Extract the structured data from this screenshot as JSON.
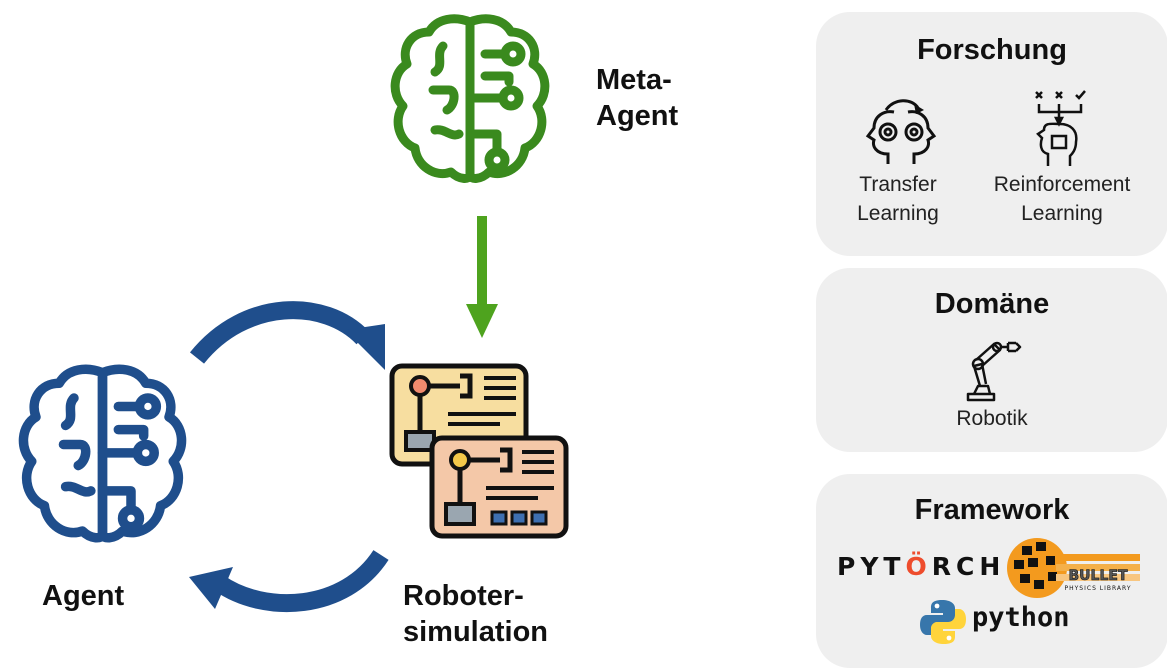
{
  "meta_agent": {
    "line1": "Meta-",
    "line2": "Agent"
  },
  "agent": {
    "label": "Agent"
  },
  "simulation": {
    "line1": "Roboter-",
    "line2": "simulation"
  },
  "forschung": {
    "title": "Forschung",
    "transfer": {
      "line1": "Transfer",
      "line2": "Learning"
    },
    "reinforcement": {
      "line1": "Reinforcement",
      "line2": "Learning"
    }
  },
  "domaene": {
    "title": "Domäne",
    "item": "Robotik"
  },
  "framework": {
    "title": "Framework",
    "pytorch": {
      "part1": "PYT",
      "part2": "RCH"
    },
    "bullet": {
      "name": "BULLET",
      "sub": "PHYSICS LIBRARY"
    },
    "python": "python"
  },
  "colors": {
    "meta_agent_green": "#3a8a1e",
    "agent_blue": "#1f4e8c",
    "arrow_green": "#4ea31e",
    "cycle_arrow_blue": "#1f4e8c",
    "panel_gray": "#efefef",
    "pytorch_orange": "#ee4c2c",
    "bullet_orange": "#f39a1e",
    "python_blue": "#3776ab",
    "python_yellow": "#ffd43b"
  }
}
